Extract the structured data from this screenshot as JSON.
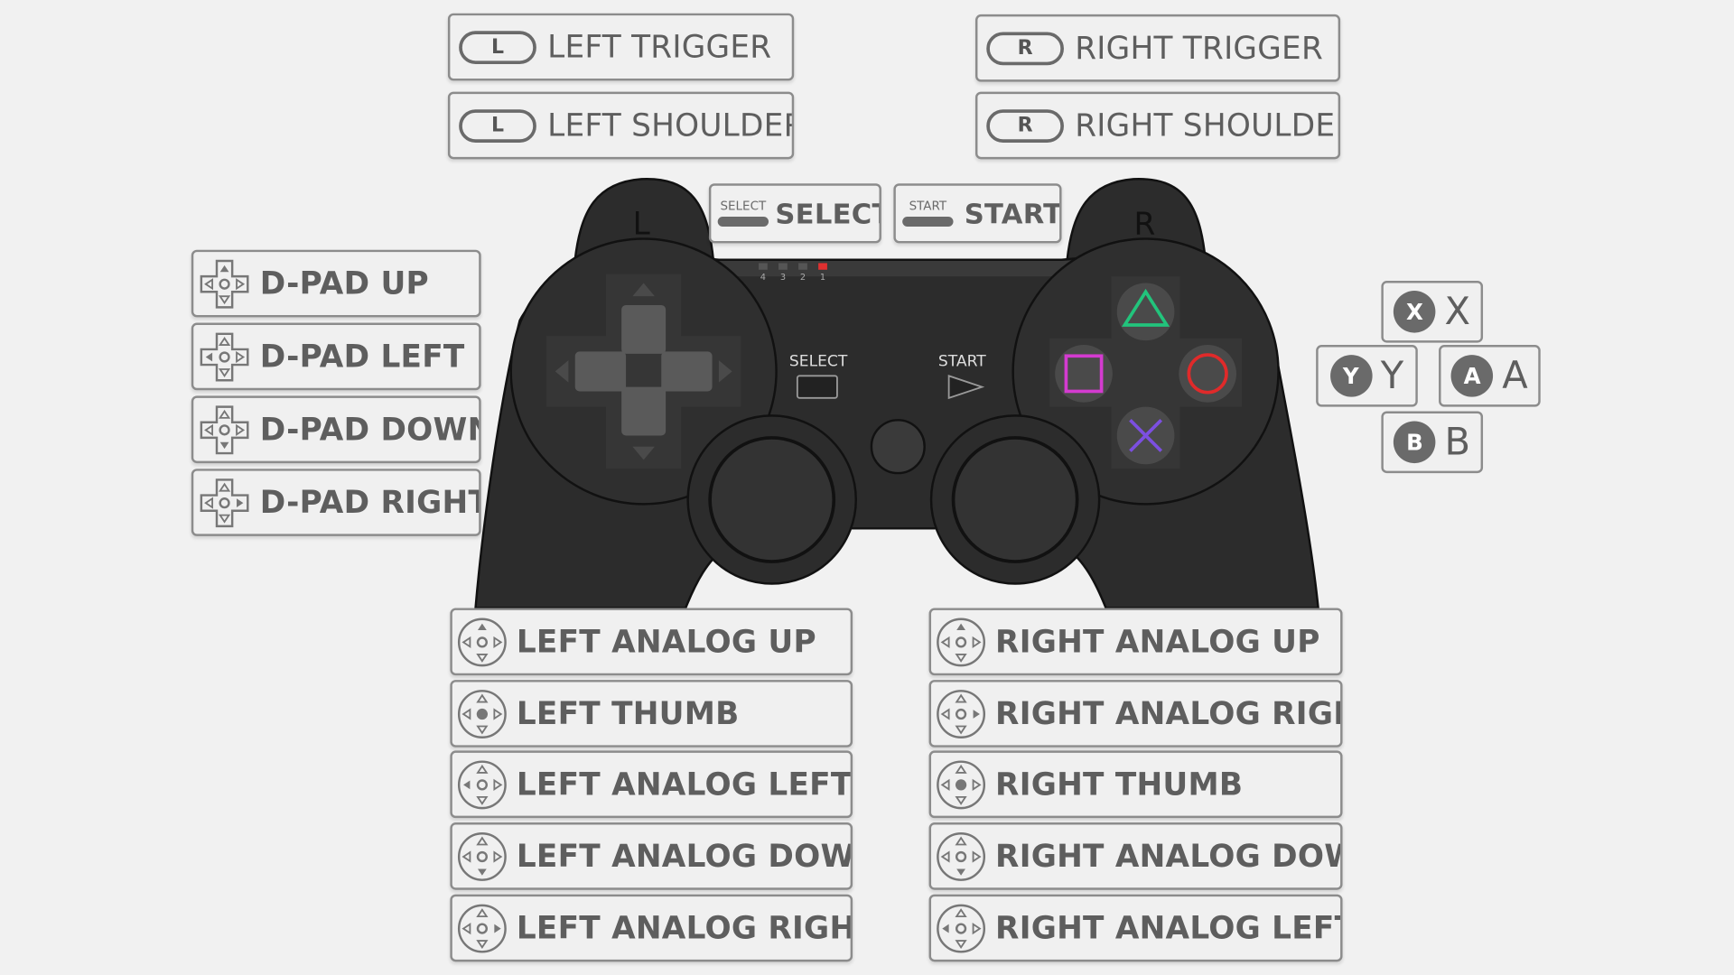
{
  "triggers": {
    "left_trigger": {
      "key": "L",
      "label": "LEFT TRIGGER"
    },
    "left_shoulder": {
      "key": "L",
      "label": "LEFT SHOULDER"
    },
    "right_trigger": {
      "key": "R",
      "label": "RIGHT TRIGGER"
    },
    "right_shoulder": {
      "key": "R",
      "label": "RIGHT SHOULDER"
    }
  },
  "center": {
    "select": {
      "small": "SELECT",
      "label": "SELECT"
    },
    "start": {
      "small": "START",
      "label": "START"
    }
  },
  "dpad": [
    "D-PAD UP",
    "D-PAD LEFT",
    "D-PAD DOWN",
    "D-PAD RIGHT"
  ],
  "face": {
    "x": {
      "badge": "X",
      "label": "X"
    },
    "y": {
      "badge": "Y",
      "label": "Y"
    },
    "a": {
      "badge": "A",
      "label": "A"
    },
    "b": {
      "badge": "B",
      "label": "B"
    }
  },
  "left_analog": [
    "LEFT ANALOG UP",
    "LEFT THUMB",
    "LEFT ANALOG LEFT",
    "LEFT ANALOG DOWN",
    "LEFT ANALOG RIGHT"
  ],
  "right_analog": [
    "RIGHT ANALOG UP",
    "RIGHT ANALOG RIGHT",
    "RIGHT THUMB",
    "RIGHT ANALOG DOWN",
    "RIGHT ANALOG LEFT"
  ],
  "controller": {
    "l_label": "L",
    "r_label": "R",
    "select_text": "SELECT",
    "start_text": "START",
    "leds": [
      "4",
      "3",
      "2",
      "1"
    ]
  },
  "colors": {
    "triangle": "#22c47c",
    "square": "#d43bd0",
    "circle": "#e02a2a",
    "cross": "#7c4fe0",
    "body": "#2c2c2c"
  }
}
